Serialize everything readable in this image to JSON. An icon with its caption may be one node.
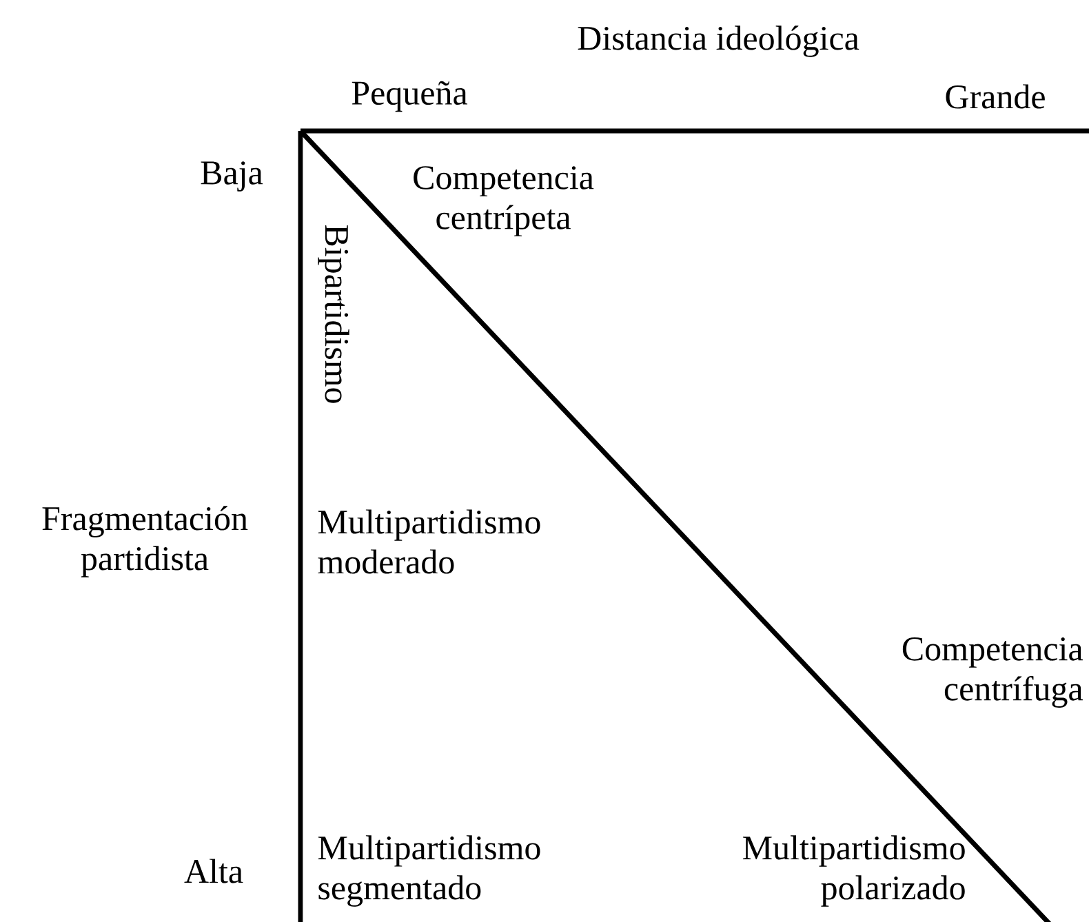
{
  "diagram": {
    "labels": [
      "Distancia ideológica",
      "Pequeña",
      "Grande",
      "Baja",
      "Competencia centrípeta",
      "Bipartidismo",
      "Fragmentación partidista",
      "Multipartidismo moderado",
      "Competencia centrífuga",
      "Alta",
      "Multipartidismo segmentado",
      "Multipartidismo polarizado"
    ]
  }
}
